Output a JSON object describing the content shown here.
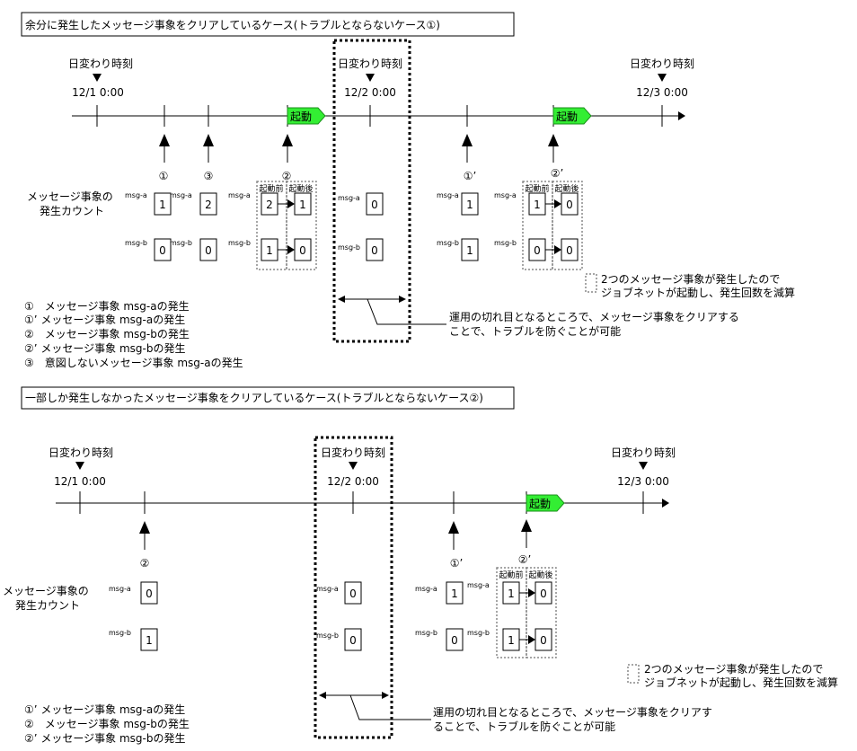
{
  "panels": [
    {
      "title": "余分に発生したメッセージ事象をクリアしているケース(トラブルとならないケース①)",
      "day_label": "日変わり時刻",
      "dates": [
        "12/1 0:00",
        "12/2 0:00",
        "12/3 0:00"
      ],
      "start_label": "起動",
      "event_markers": [
        "①",
        "③",
        "②",
        "①’",
        "②’"
      ],
      "count_label": [
        "メッセージ事象の",
        "発生カウント"
      ],
      "msg_a": "msg-a",
      "msg_b": "msg-b",
      "before_label": "起動前",
      "after_label": "起動後",
      "counter_values": [
        "1",
        "2",
        "2",
        "1",
        "0",
        "1",
        "1",
        "0",
        "0",
        "0",
        "1",
        "0",
        "0",
        "1",
        "0"
      ],
      "note": [
        "2つのメッセージ事象が発生したので",
        "ジョブネットが起動し、発生回数を減算"
      ],
      "callout": [
        "運用の切れ目となるところで、メッセージ事象をクリアする",
        "ことで、トラブルを防ぐことが可能"
      ],
      "legend": [
        "①　メッセージ事象 msg-aの発生",
        "①’ メッセージ事象 msg-aの発生",
        "②　メッセージ事象 msg-bの発生",
        "②’ メッセージ事象 msg-bの発生",
        "③　意図しないメッセージ事象 msg-aの発生"
      ]
    },
    {
      "title": "一部しか発生しなかったメッセージ事象をクリアしているケース(トラブルとならないケース②)",
      "day_label": "日変わり時刻",
      "dates": [
        "12/1 0:00",
        "12/2 0:00",
        "12/3 0:00"
      ],
      "start_label": "起動",
      "event_markers": [
        "②",
        "①’",
        "②’"
      ],
      "count_label": [
        "メッセージ事象の",
        "発生カウント"
      ],
      "msg_a": "msg-a",
      "msg_b": "msg-b",
      "before_label": "起動前",
      "after_label": "起動後",
      "counter_values": [
        "0",
        "1",
        "0",
        "0",
        "1",
        "0",
        "1",
        "0",
        "1",
        "0"
      ],
      "note": [
        "2つのメッセージ事象が発生したので",
        "ジョブネットが起動し、発生回数を減算"
      ],
      "callout": [
        "運用の切れ目となるところで、メッセージ事象をクリアす",
        "ることで、トラブルを防ぐことが可能"
      ],
      "legend": [
        "①’ メッセージ事象 msg-aの発生",
        "②　メッセージ事象 msg-bの発生",
        "②’ メッセージ事象 msg-bの発生"
      ]
    }
  ],
  "colors": {
    "start_flag": "#33ee33",
    "dashed_gray": "#888888",
    "line": "#000000"
  }
}
